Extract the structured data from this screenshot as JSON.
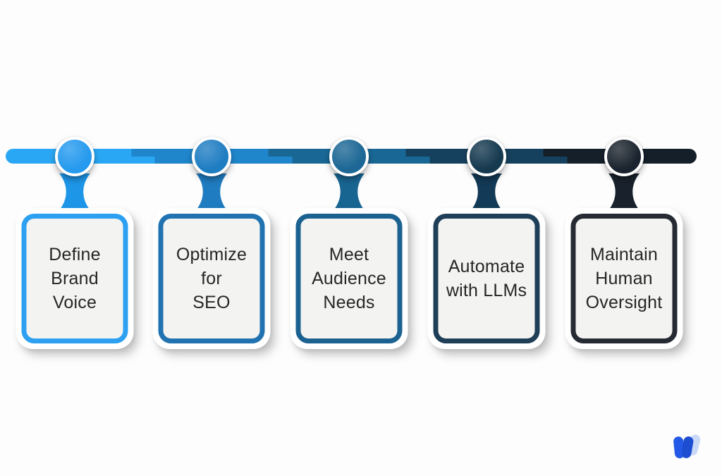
{
  "background_color": "#fdfdfd",
  "timeline": {
    "bar_colors": [
      "#2aa7f4",
      "#1f86cb",
      "#196795",
      "#15415e",
      "#141f2a"
    ],
    "steps": [
      {
        "title": "Define\nBrand\nVoice",
        "circle_color": "#259aee",
        "stem_color": "#1e96e8",
        "card_border_color": "#2da0f2"
      },
      {
        "title": "Optimize\nfor\nSEO",
        "circle_color": "#1f7dc2",
        "stem_color": "#1f7cc0",
        "card_border_color": "#2072b0"
      },
      {
        "title": "Meet\nAudience\nNeeds",
        "circle_color": "#1c6795",
        "stem_color": "#196592",
        "card_border_color": "#1c6290"
      },
      {
        "title": "Automate\nwith LLMs",
        "circle_color": "#15394f",
        "stem_color": "#133a56",
        "card_border_color": "#1f3f58"
      },
      {
        "title": "Maintain\nHuman\nOversight",
        "circle_color": "#1b242e",
        "stem_color": "#19222c",
        "card_border_color": "#262b33"
      }
    ]
  },
  "logo": {
    "primary_color": "#2458e6",
    "overlap_color": "#1d4ed1",
    "light_color": "#b9ccf5"
  }
}
